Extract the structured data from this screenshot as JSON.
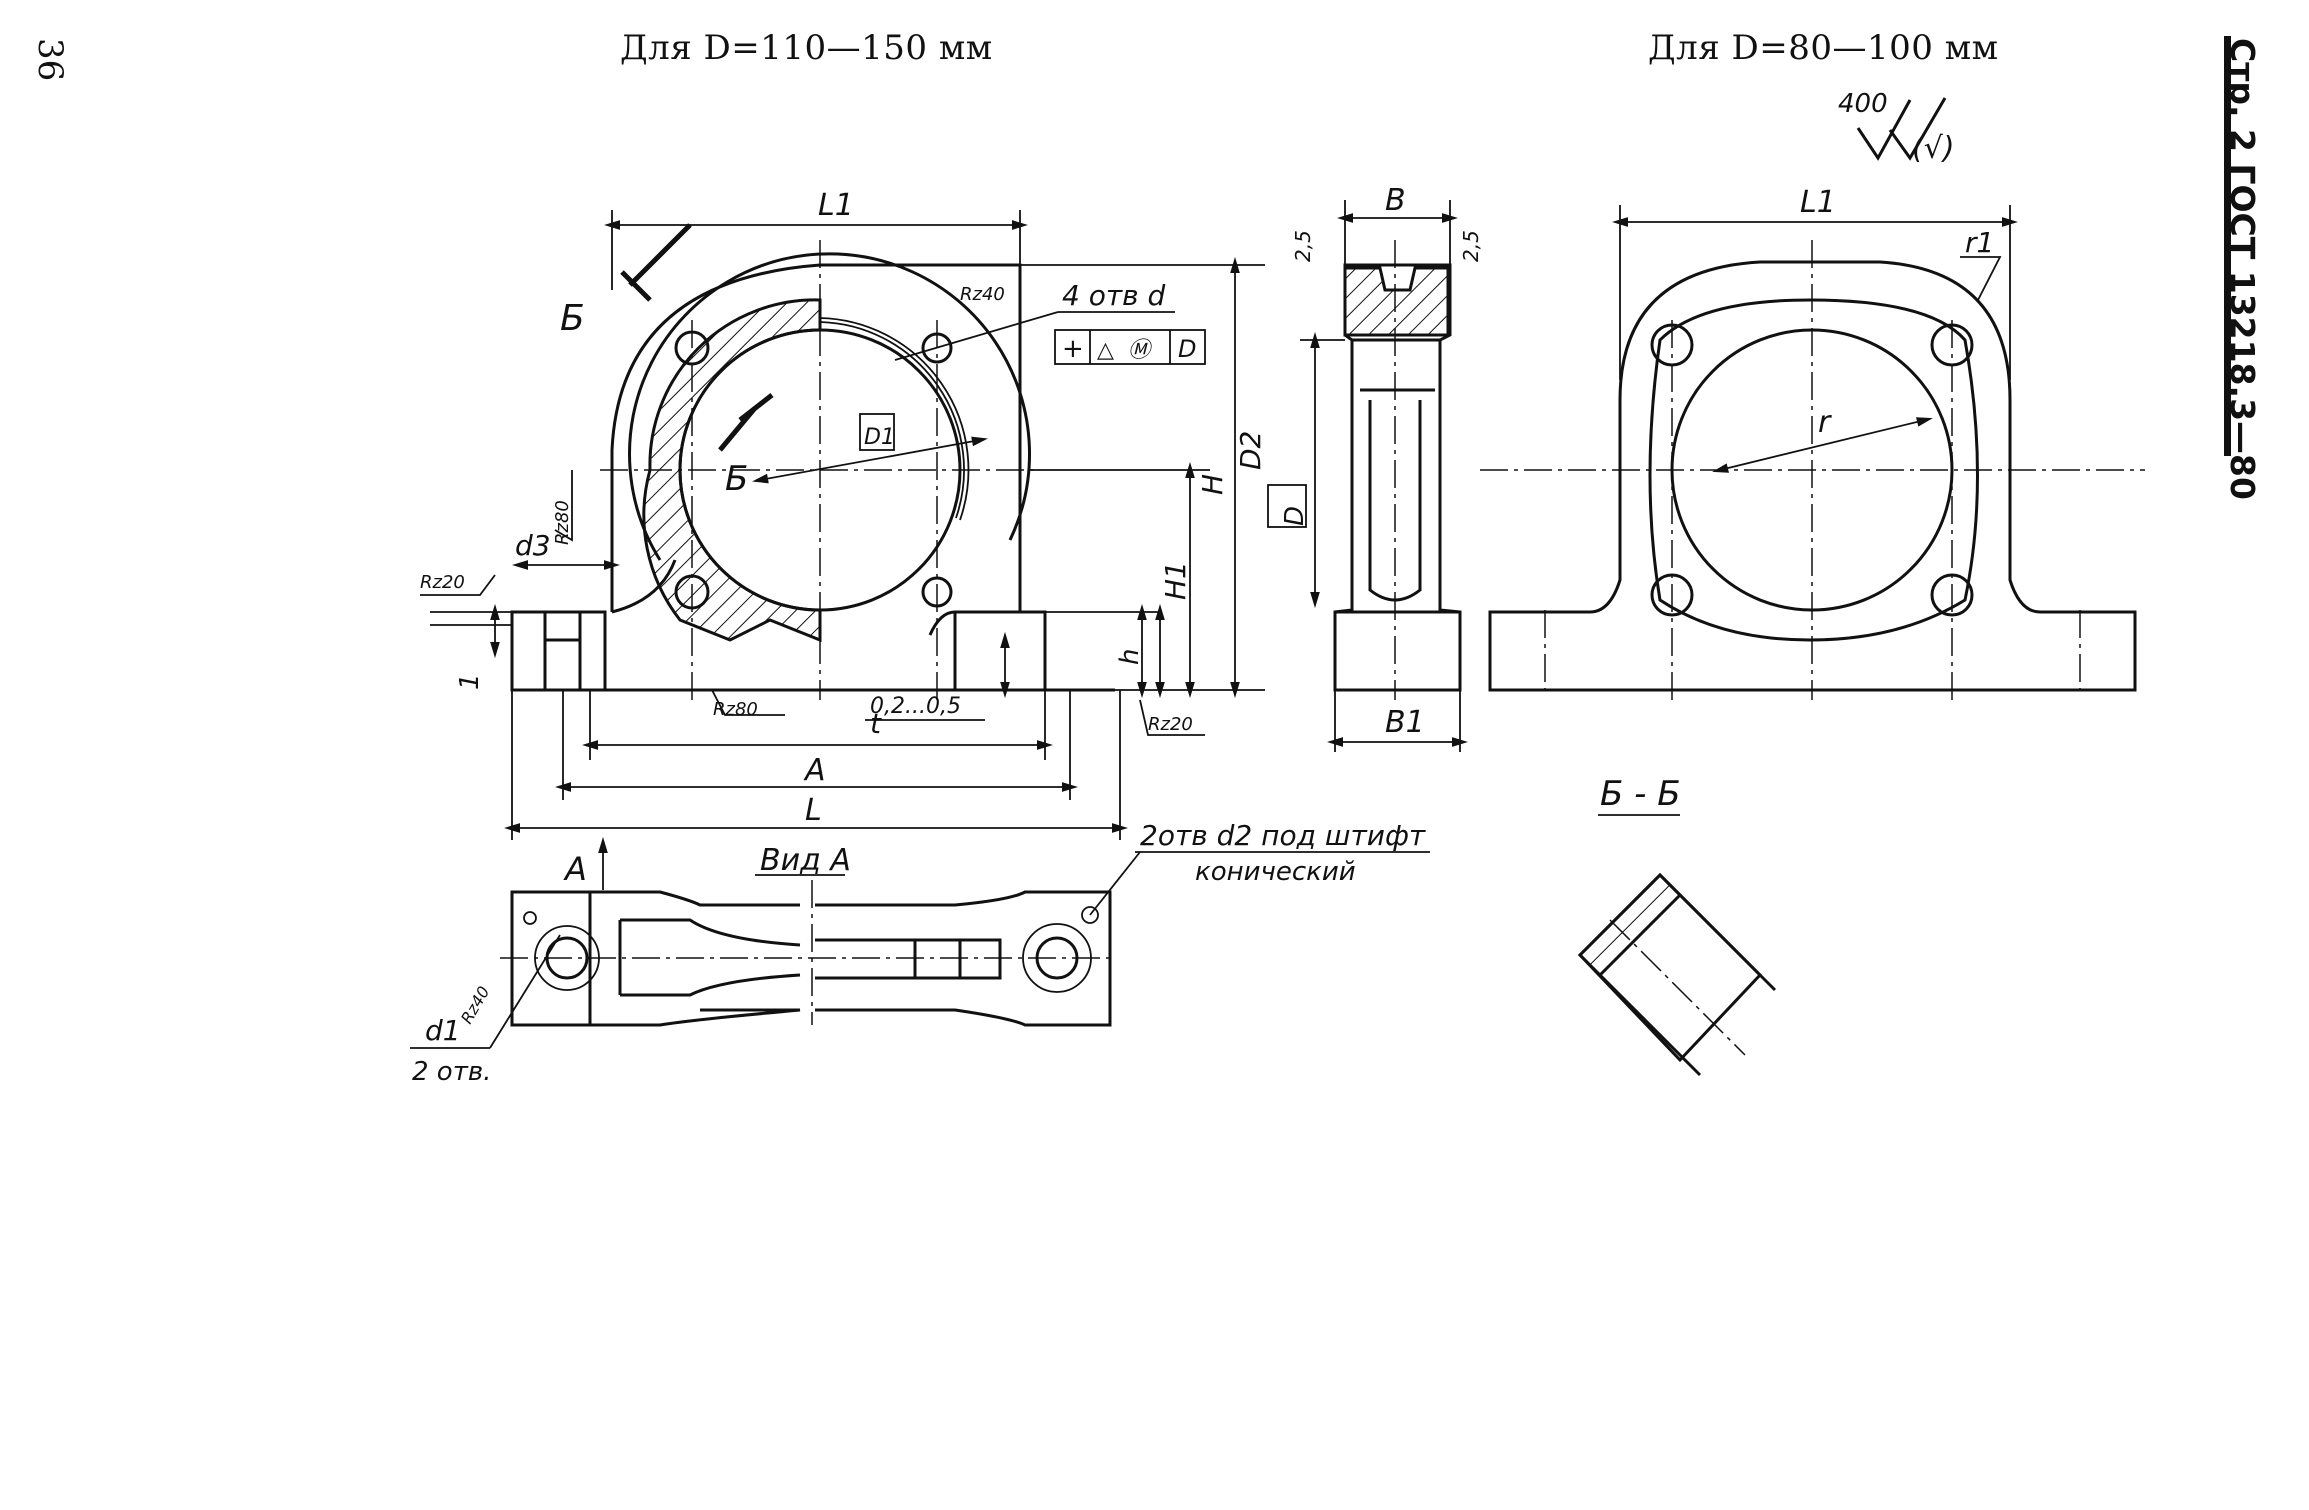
{
  "page": {
    "number": "36",
    "title_left": "Для D=110—150 мм",
    "title_right": "Для D=80—100 мм",
    "side_reference": "Стр. 2 ГОСТ 13218.3—80"
  },
  "roughness_symbol": {
    "value": "400",
    "suffix": "(√)"
  },
  "labels": {
    "L1_left": "L1",
    "L1_right": "L1",
    "B": "B",
    "B1": "B1",
    "chamfer_a": "2,5",
    "chamfer_b": "2,5",
    "section_b_top": "Б",
    "section_b_inner": "Б",
    "holes_4": "4 отв d",
    "rz40_top": "Rz40",
    "D1": "D1",
    "D2": "D2",
    "D_box": "D",
    "H": "H",
    "H1": "H1",
    "h": "h",
    "rz80_side": "Rz80",
    "d3": "d3",
    "rz20_left": "Rz20",
    "dim_1": "1",
    "rz80_bottom": "Rz80",
    "t": "t",
    "gap": "0,2...0,5",
    "rz20_bottom": "Rz20",
    "A": "A",
    "L": "L",
    "view_a": "Вид А",
    "arrow_a": "А",
    "holes_2": "2отв d2 под штифт",
    "conical": "конический",
    "d1": "d1",
    "holes_2_bottom": "2 отв.",
    "rz40_bottom": "Rz40",
    "r1": "r1",
    "r": "r",
    "section_title": "Б - Б"
  },
  "tolerance_frame": {
    "cells": [
      "+",
      "△",
      "Ⓜ",
      "D"
    ]
  }
}
